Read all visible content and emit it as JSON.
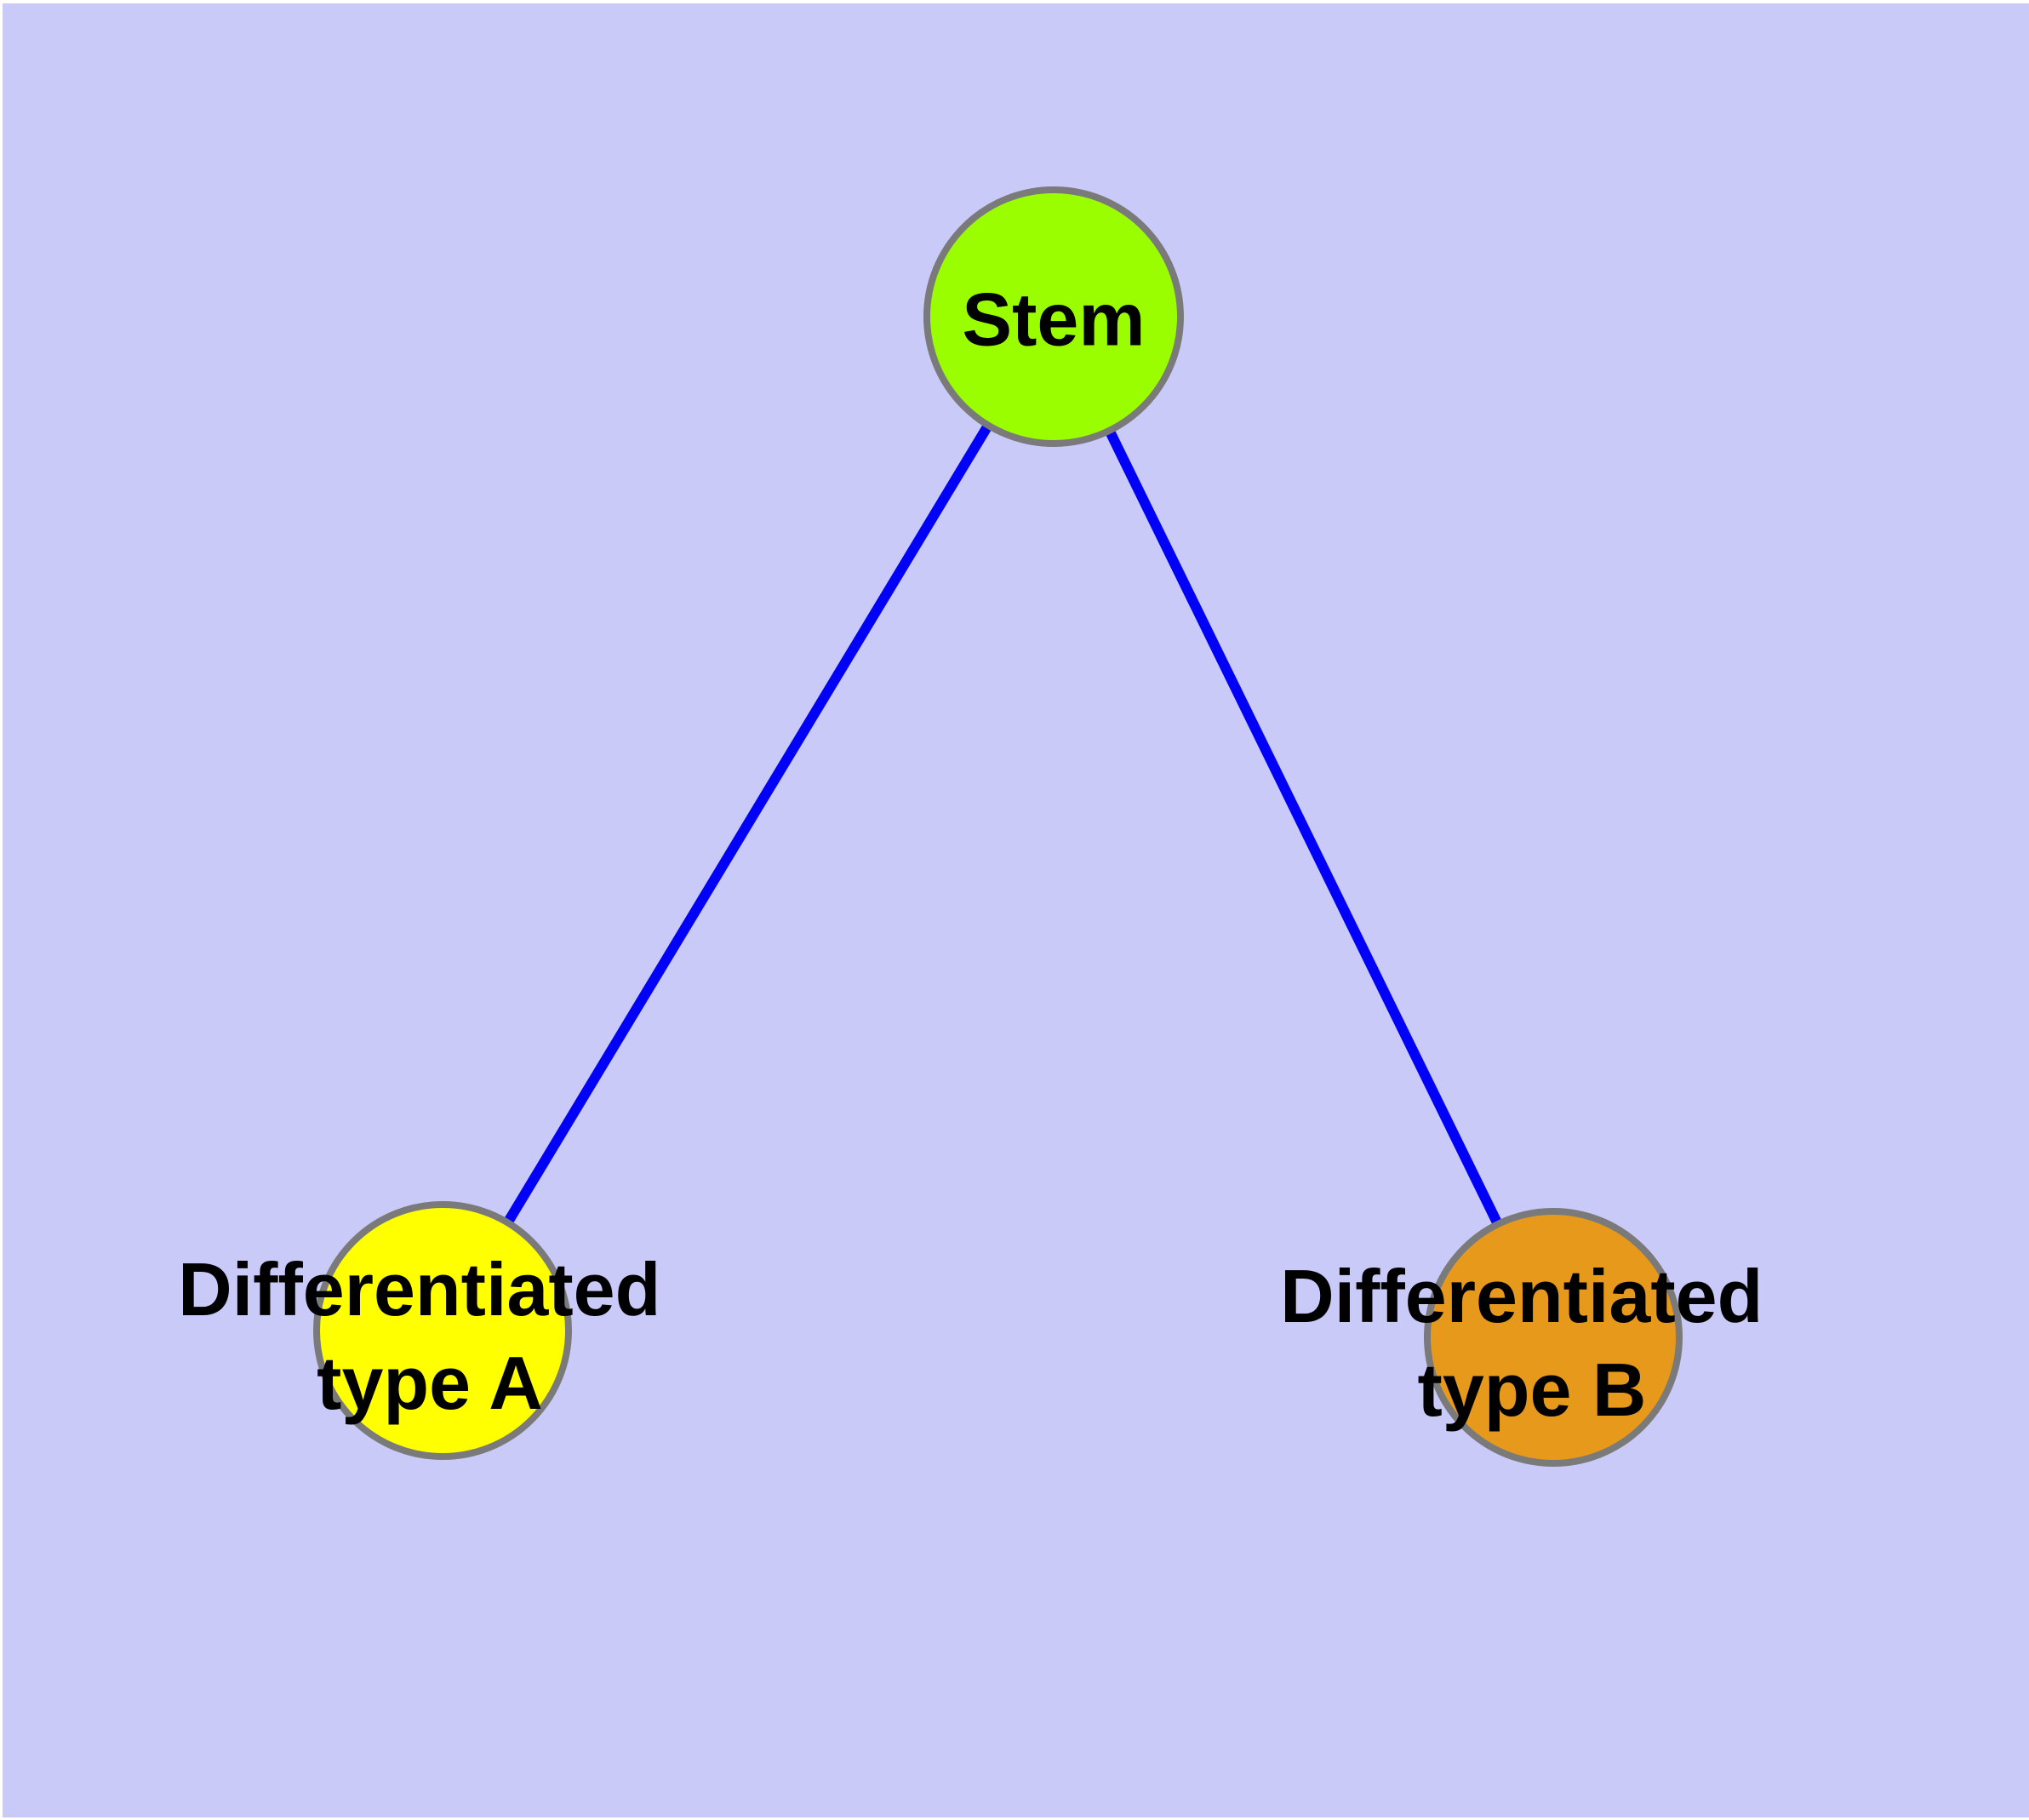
{
  "diagram": {
    "type": "node-link-graph",
    "description": "Stem cell differentiation tree: one stem node with two differentiated child types"
  },
  "colors": {
    "plot_background": "#CACAF8",
    "page_frame": "#FFFFFF",
    "edge": "#0101F8",
    "node_border": "#7A7A7A",
    "label": "#000000"
  },
  "nodes": {
    "stem": {
      "label": "Stem",
      "fill": "#9AFE00"
    },
    "diff_a": {
      "label_line1": "Differentiated",
      "label_line2": "type A",
      "label_full": "Differentiated type A",
      "fill": "#FFFF00"
    },
    "diff_b": {
      "label_line1": "Differentiated",
      "label_line2": "type B",
      "label_full": "Differentiated type B",
      "fill": "#E7991C"
    }
  },
  "edges": [
    {
      "from": "Stem",
      "to": "Differentiated type A"
    },
    {
      "from": "Stem",
      "to": "Differentiated type B"
    }
  ]
}
